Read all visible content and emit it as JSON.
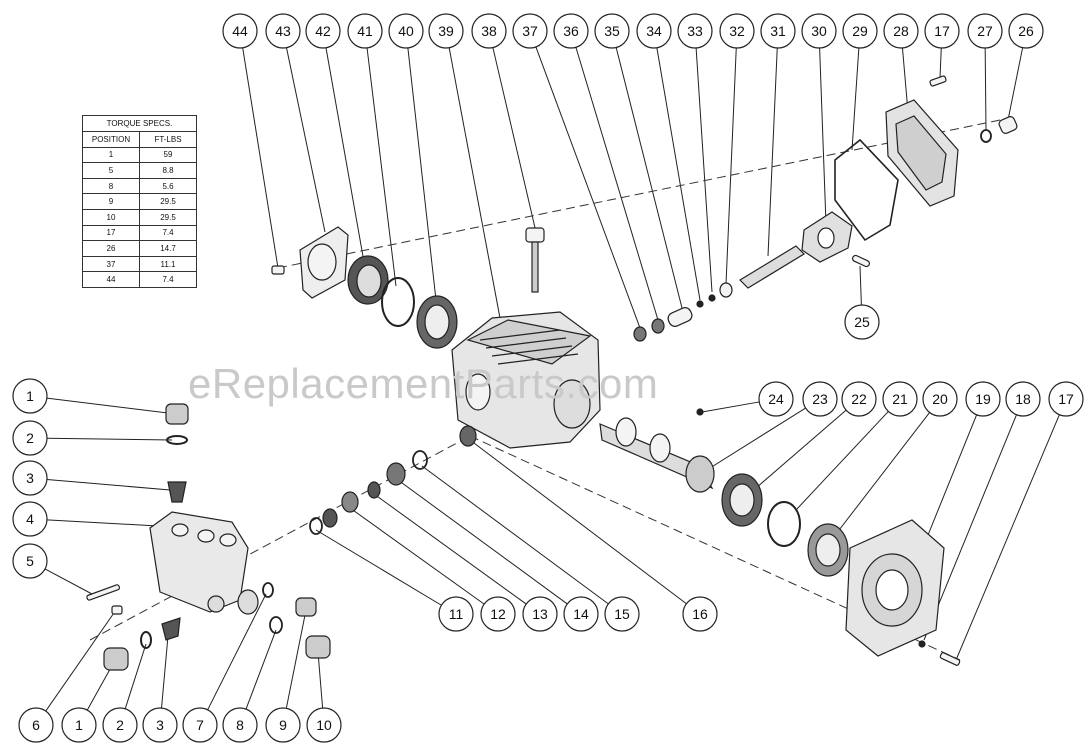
{
  "torque_table": {
    "title": "TORQUE SPECS.",
    "col_position": "POSITION",
    "col_value": "FT-LBS",
    "rows": [
      {
        "position": "1",
        "value": "59"
      },
      {
        "position": "5",
        "value": "8.8"
      },
      {
        "position": "8",
        "value": "5.6"
      },
      {
        "position": "9",
        "value": "29.5"
      },
      {
        "position": "10",
        "value": "29.5"
      },
      {
        "position": "17",
        "value": "7.4"
      },
      {
        "position": "26",
        "value": "14.7"
      },
      {
        "position": "37",
        "value": "11.1"
      },
      {
        "position": "44",
        "value": "7.4"
      }
    ]
  },
  "watermark": "eReplacementParts.com",
  "callouts": {
    "top": [
      "44",
      "43",
      "42",
      "41",
      "40",
      "39",
      "38",
      "37",
      "36",
      "35",
      "34",
      "33",
      "32",
      "31",
      "30",
      "29",
      "28",
      "17",
      "27",
      "26"
    ],
    "mid_right": [
      "24",
      "23",
      "22",
      "21",
      "20",
      "19",
      "18",
      "17"
    ],
    "left": [
      "1",
      "2",
      "3",
      "4",
      "5"
    ],
    "bottom_left": [
      "6",
      "1",
      "2",
      "3",
      "7",
      "8",
      "9",
      "10"
    ],
    "bottom_mid": [
      "11",
      "12",
      "13",
      "14",
      "15",
      "16"
    ],
    "lone": [
      "25"
    ]
  }
}
